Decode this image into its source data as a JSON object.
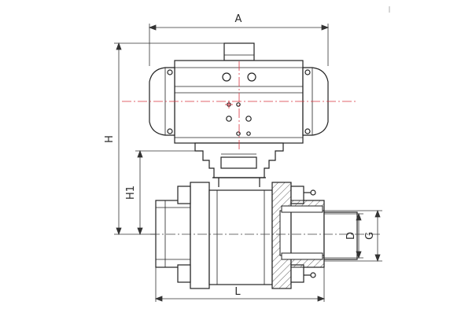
{
  "diagram": {
    "dimensions": {
      "overall_width": "A",
      "overall_height": "H",
      "centerline_height": "H1",
      "body_length": "L",
      "bore_diameter": "D",
      "thread_size": "G"
    }
  }
}
